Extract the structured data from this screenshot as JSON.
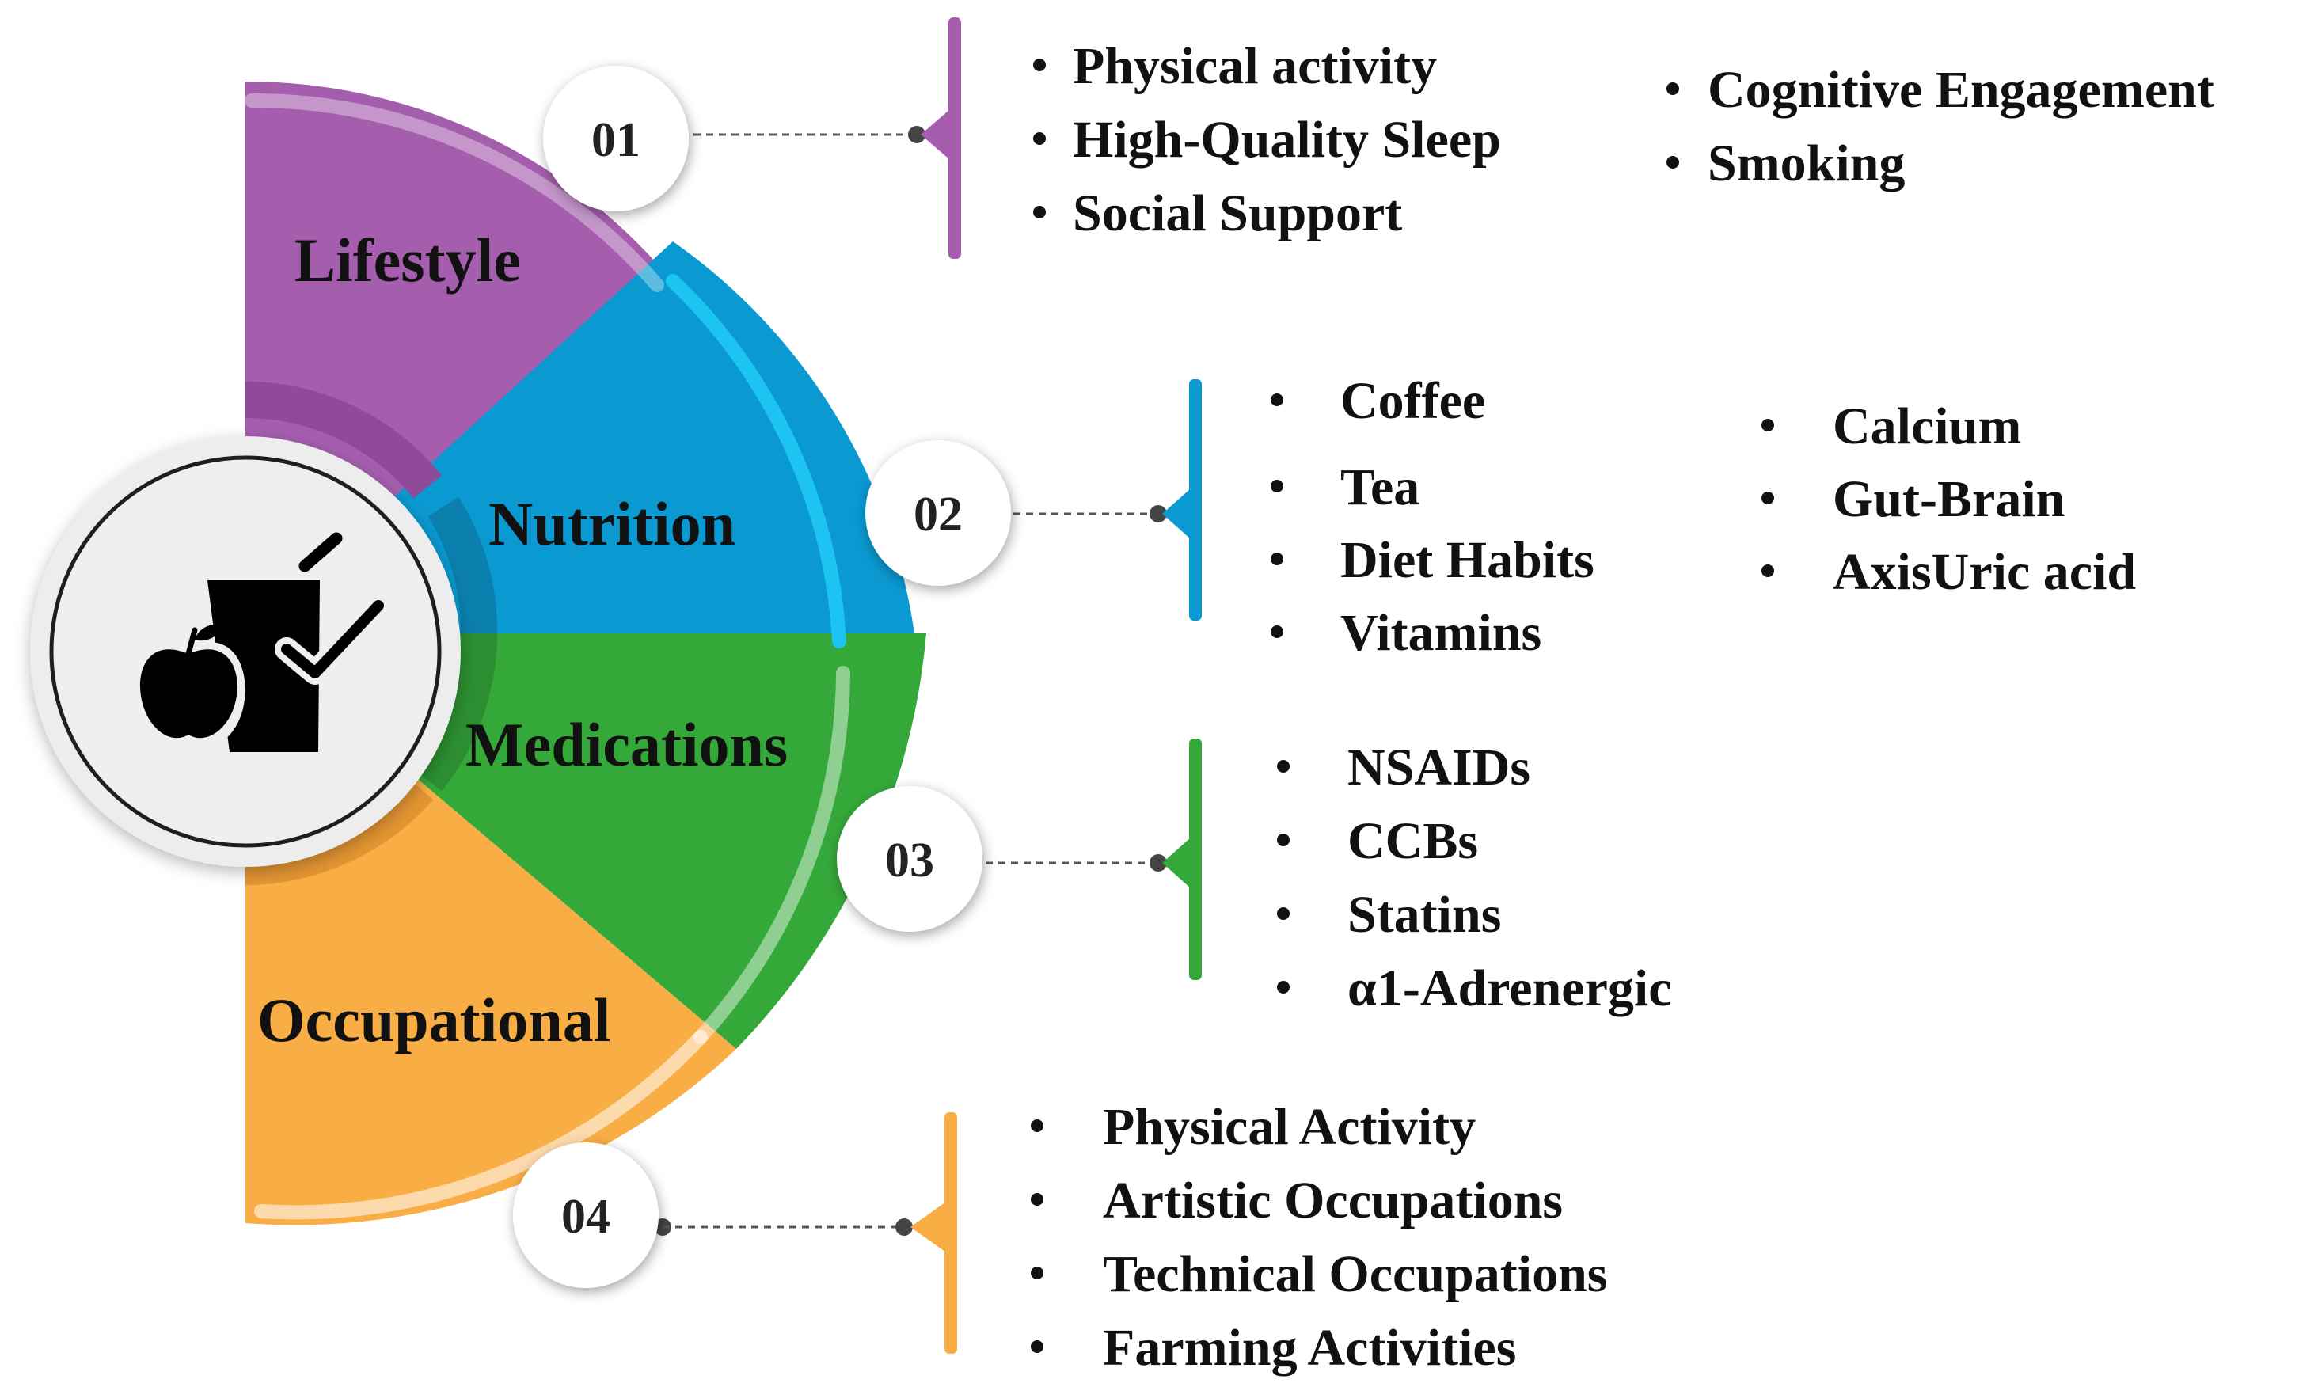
{
  "hub": {
    "icon": "diet-check-icon"
  },
  "segments": [
    {
      "id": "lifestyle",
      "label": "Lifestyle",
      "number": "01",
      "color": "#A55EAE",
      "columns": [
        [
          "Physical activity",
          "High-Quality Sleep",
          "Social Support"
        ],
        [
          "Cognitive Engagement",
          "Smoking"
        ]
      ]
    },
    {
      "id": "nutrition",
      "label": "Nutrition",
      "number": "02",
      "color": "#0A99D1",
      "columns": [
        [
          "Coffee",
          "Tea",
          "Diet Habits",
          "Vitamins"
        ],
        [
          "Calcium",
          "Gut-Brain",
          "AxisUric acid"
        ]
      ]
    },
    {
      "id": "medications",
      "label": "Medications",
      "number": "03",
      "color": "#35A83A",
      "columns": [
        [
          "NSAIDs",
          "CCBs",
          "Statins",
          "α1-Adrenergic"
        ]
      ]
    },
    {
      "id": "occupational",
      "label": "Occupational",
      "number": "04",
      "color": "#F9AE45",
      "columns": [
        [
          "Physical Activity",
          "Artistic Occupations",
          "Technical Occupations",
          "Farming Activities"
        ]
      ]
    }
  ]
}
